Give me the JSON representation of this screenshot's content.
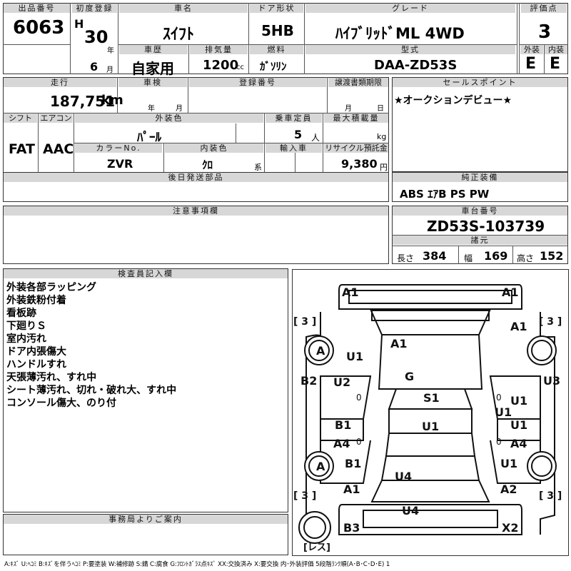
{
  "headers": {
    "lot_no": "出品番号",
    "first_reg": "初度登録",
    "car_name": "車名",
    "door": "ドア形状",
    "grade": "グレード",
    "rating": "評価点",
    "history": "車歴",
    "displacement": "排気量",
    "fuel": "燃料",
    "model": "型式",
    "exterior": "外装",
    "interior": "内装",
    "mileage": "走行",
    "inspection": "車検",
    "reg_no": "登録番号",
    "transfer": "譲渡書類期限",
    "sales_point": "セールスポイント",
    "shift": "シフト",
    "aircon": "エアコン",
    "ext_color": "外装色",
    "capacity": "乗車定員",
    "max_load": "最大積載量",
    "color_no": "カラーNo.",
    "int_color": "内装色",
    "import": "輸入車",
    "recycle": "リサイクル預託金",
    "shipping": "後日発送部品",
    "equipment": "純正装備",
    "notes": "注意事項欄",
    "chassis": "車台番号",
    "specs": "諸元",
    "inspector": "検査員記入欄",
    "office": "事務局よりご案内"
  },
  "vehicle": {
    "lot_no": "6063",
    "era": "H",
    "year": "30",
    "year_unit": "年",
    "month": "6",
    "month_unit": "月",
    "name": "ｽｲﾌﾄ",
    "door": "5HB",
    "grade": "ﾊｲﾌﾞﾘｯﾄﾞML 4WD",
    "rating": "3",
    "history": "自家用",
    "displacement": "1200",
    "displacement_unit": "cc",
    "fuel": "ｶﾞｿﾘﾝ",
    "model": "DAA-ZD53S",
    "exterior_grade": "E",
    "interior_grade": "E",
    "mileage": "187,751",
    "mileage_unit": "km",
    "inspection_year_unit": "年",
    "inspection_month_unit": "月",
    "transfer_month_unit": "月",
    "transfer_day_unit": "日",
    "shift": "FAT",
    "aircon": "AAC",
    "ext_color": "ﾊﾟｰﾙ",
    "capacity": "5",
    "capacity_unit": "人",
    "max_load_unit": "kg",
    "color_no": "ZVR",
    "int_color": "ｸﾛ",
    "int_color_unit": "系",
    "recycle": "9,380",
    "recycle_unit": "円",
    "sales_point": "★オークションデビュー★",
    "equipment": "ABS ｴｱB PS PW",
    "chassis": "ZD53S-103739",
    "length_label": "長さ",
    "length": "384",
    "width_label": "幅",
    "width": "169",
    "height_label": "高さ",
    "height": "152"
  },
  "inspector_notes": [
    "外装各部ラッピング",
    "外装鉄粉付着",
    "看板跡",
    "下廻りＳ",
    "室内汚れ",
    "ドア内張傷大",
    "ハンドルすれ",
    "天張薄汚れ、すれ中",
    "シート薄汚れ、切れ・破れ大、すれ中",
    "コンソール傷大、のり付"
  ],
  "damage": {
    "tire_fl": "[ 3 ]",
    "tire_fr": "[ 3 ]",
    "tire_rl": "[ 3 ]",
    "tire_rr": "[ 3 ]",
    "spare": "[レス]",
    "front_bumper_l": "A1",
    "front_bumper_r": "A1",
    "hood": "A1",
    "fender_r_front": "A1",
    "wheel_fl": "A",
    "fender_l": "U1",
    "roof": "G",
    "door_l_front": "U2",
    "door_r_front": "U1",
    "roof_center": "S1",
    "rocker_r": "U1",
    "rear_door_r": "U1",
    "door_l_rear": "B1",
    "panel_center": "U1",
    "a4_left": "A4",
    "a4_right": "A4",
    "wheel_rl": "A",
    "b1_rear": "B1",
    "u1_right_rear": "U1",
    "trunk": "U4",
    "rear_l": "A1",
    "rear_r": "A2",
    "rear_bumper_center": "U4",
    "b2_left": "B2",
    "u3_right": "U3",
    "b3": "B3",
    "x2": "X2",
    "zero_1": "0",
    "zero_2": "0",
    "zero_3": "0",
    "zero_4": "0"
  },
  "legend": "A:ｷｽﾞ U:ﾍｺﾐ B:ｷｽﾞを伴うﾍｺﾐ P:要塗装 W:補修跡 S:錆 C:腐食 G:ﾌﾛﾝﾄｶﾞﾗｽ点ｷｽﾞ XX:交換済み X:要交換 内･外装評価 5段階ﾗﾝｸ順(A･B･C･D･E) 1"
}
